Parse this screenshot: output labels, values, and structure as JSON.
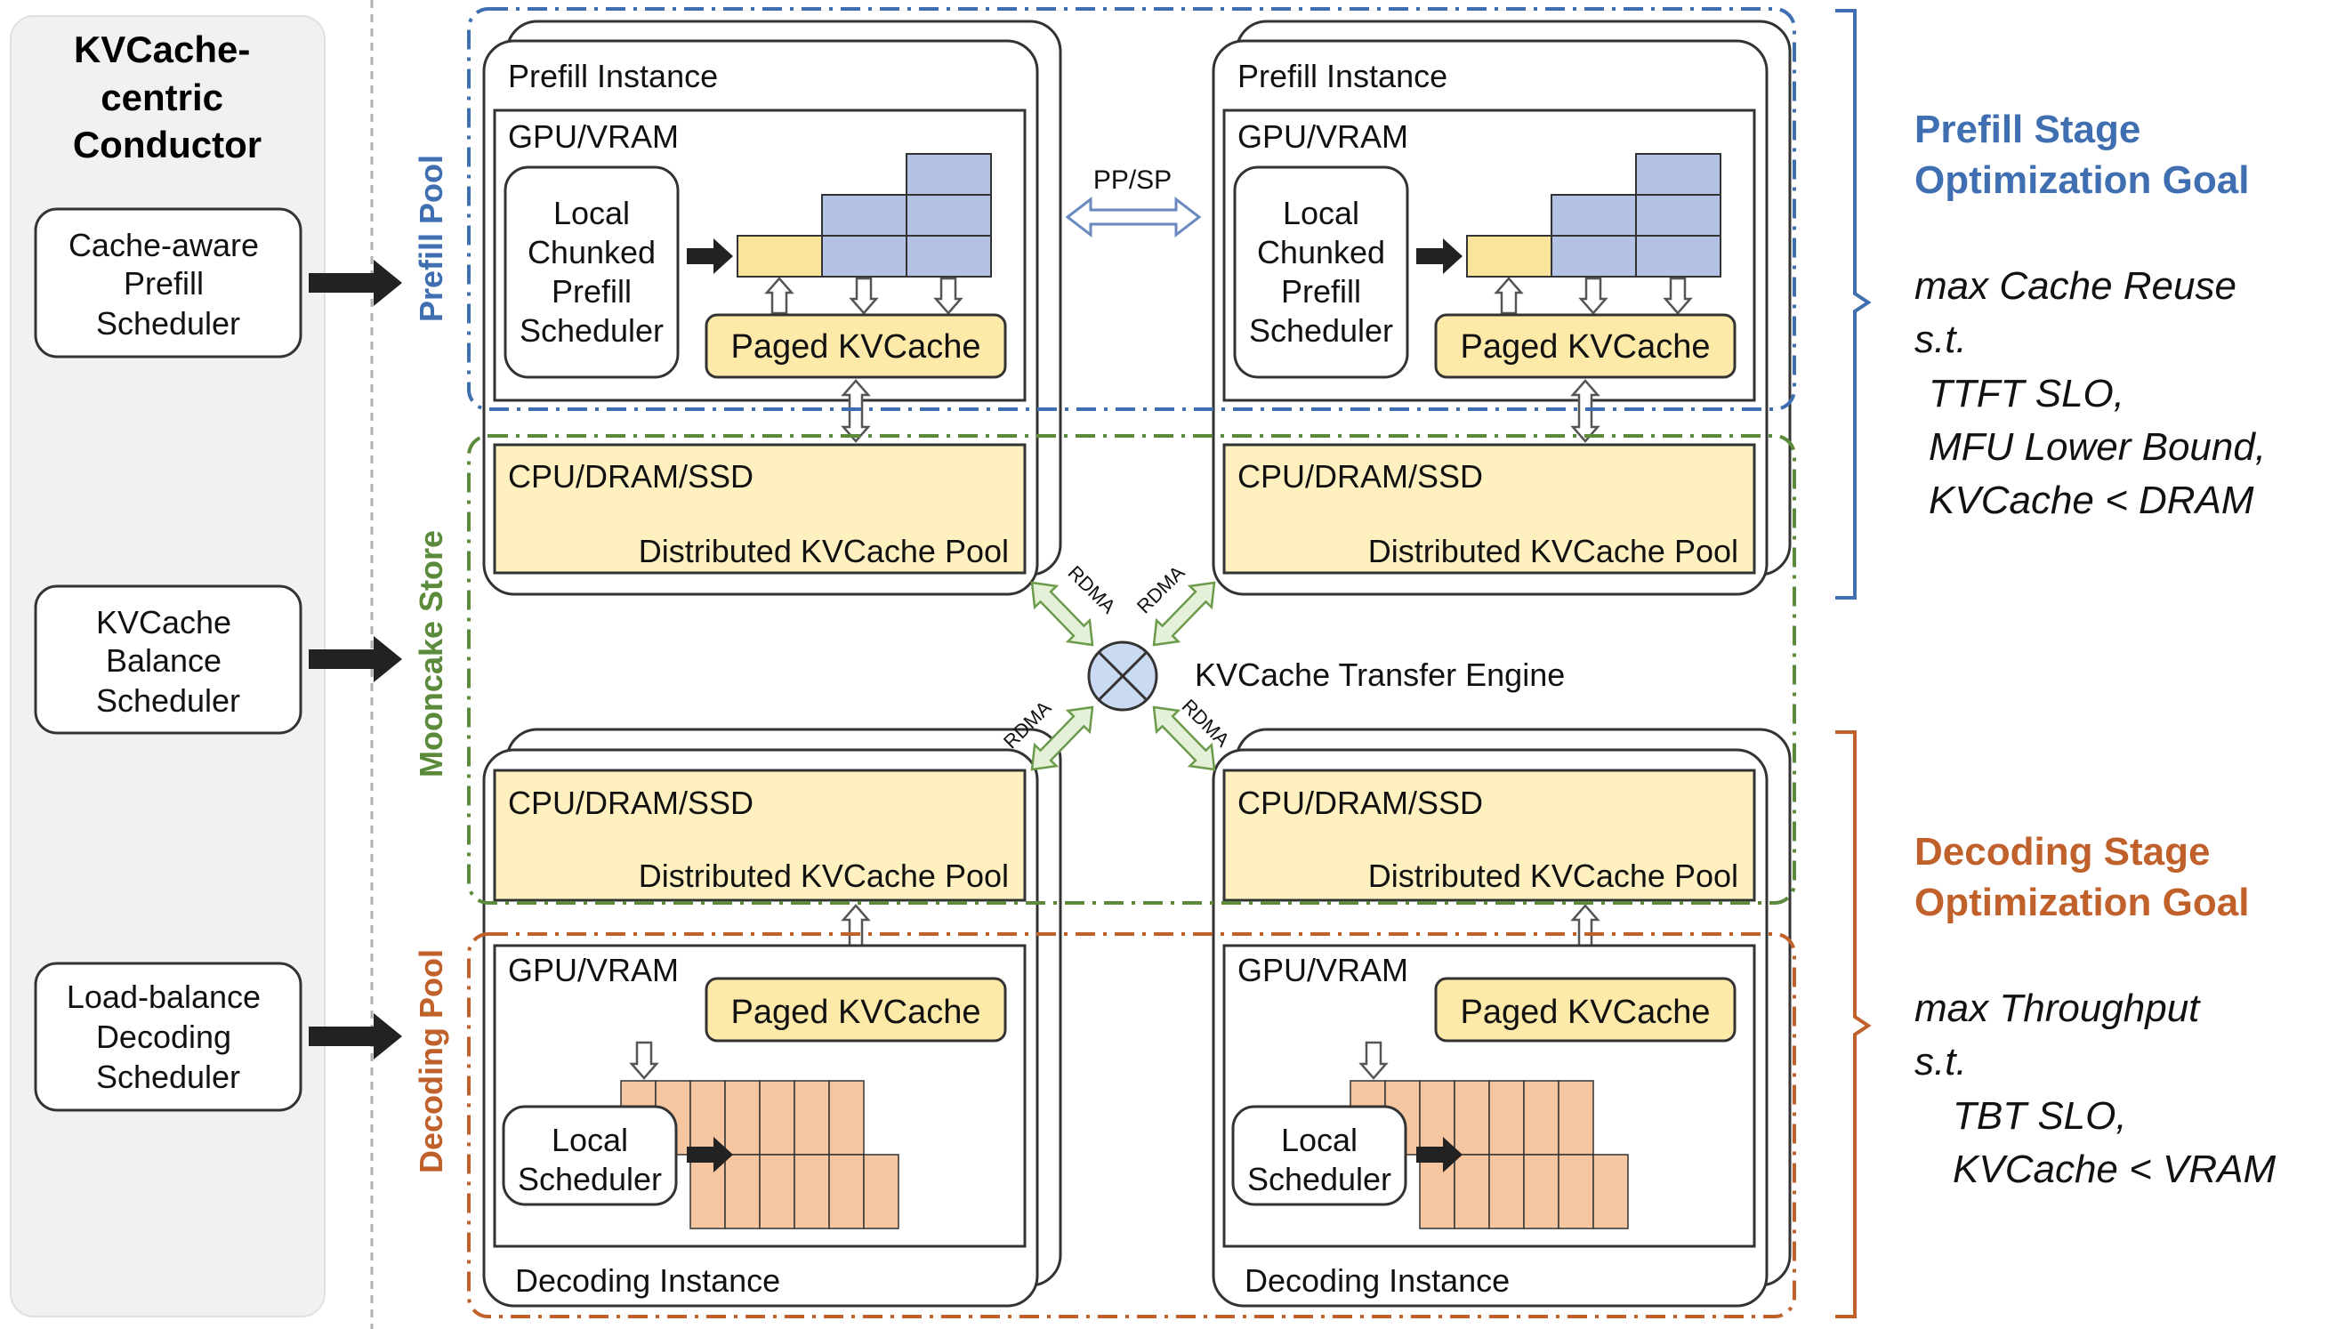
{
  "conductor": {
    "title_lines": [
      "KVCache-",
      "centric",
      "Conductor"
    ],
    "schedulers": [
      {
        "lines": [
          "Cache-aware",
          "Prefill",
          "Scheduler"
        ]
      },
      {
        "lines": [
          "KVCache",
          "Balance",
          "Scheduler"
        ]
      },
      {
        "lines": [
          "Load-balance",
          "Decoding",
          "Scheduler"
        ]
      }
    ]
  },
  "pools": {
    "prefill": "Prefill Pool",
    "mooncake": "Mooncake Store",
    "decoding": "Decoding Pool"
  },
  "prefill_instance": {
    "title": "Prefill Instance",
    "gpu_label": "GPU/VRAM",
    "scheduler_lines": [
      "Local",
      "Chunked",
      "Prefill",
      "Scheduler"
    ],
    "paged": "Paged KVCache",
    "cpu_label": "CPU/DRAM/SSD",
    "pool_label": "Distributed KVCache Pool"
  },
  "decoding_instance": {
    "title": "Decoding Instance",
    "gpu_label": "GPU/VRAM",
    "scheduler_lines": [
      "Local",
      "Scheduler"
    ],
    "paged": "Paged KVCache",
    "cpu_label": "CPU/DRAM/SSD",
    "pool_label": "Distributed KVCache Pool"
  },
  "links": {
    "pp_sp": "PP/SP",
    "rdma": "RDMA",
    "engine": "KVCache Transfer Engine"
  },
  "goals": {
    "prefill": {
      "title_lines": [
        "Prefill Stage",
        "Optimization Goal"
      ],
      "body_lines": [
        "max Cache Reuse",
        "s.t.",
        "TTFT SLO,",
        "MFU Lower Bound,",
        "KVCache < DRAM"
      ]
    },
    "decoding": {
      "title_lines": [
        "Decoding Stage",
        "Optimization Goal"
      ],
      "body_lines": [
        "max Throughput",
        "s.t.",
        "TBT SLO,",
        "KVCache < VRAM"
      ]
    }
  },
  "colors": {
    "prefill_blue": "#3f6fb0",
    "mooncake_green": "#5a8a3a",
    "decoding_orange": "#c0612b",
    "cache_yellow": "#fff0c0",
    "cache_blue": "#b4c2e6",
    "cache_orange": "#f5c6a0",
    "conductor_gray": "#f1f1f1"
  }
}
